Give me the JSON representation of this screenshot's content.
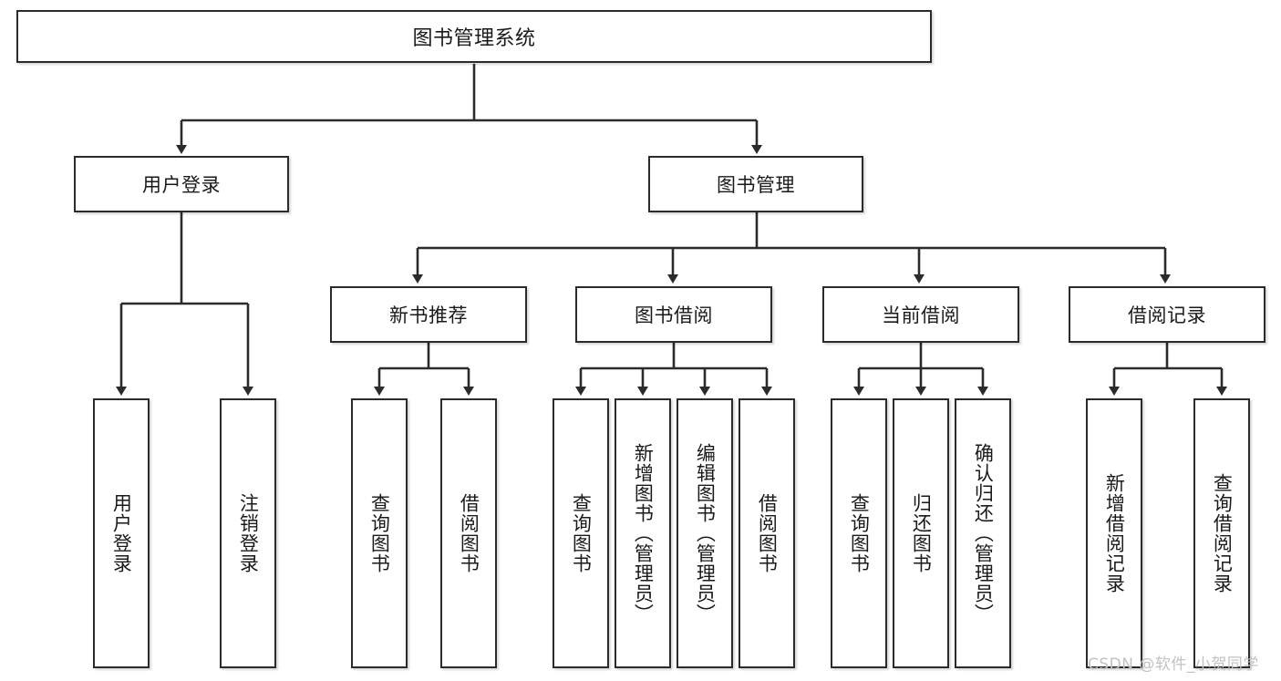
{
  "diagram": {
    "type": "tree-hierarchy",
    "title": "图书管理系统",
    "root": {
      "label": "图书管理系统"
    },
    "level2": [
      {
        "label": "用户登录"
      },
      {
        "label": "图书管理"
      }
    ],
    "level3": [
      {
        "label": "新书推荐"
      },
      {
        "label": "图书借阅"
      },
      {
        "label": "当前借阅"
      },
      {
        "label": "借阅记录"
      }
    ],
    "leaves": {
      "user_login": [
        {
          "label": "用户登录"
        },
        {
          "label": "注销登录"
        }
      ],
      "new_book_recommend": [
        {
          "label": "查询图书"
        },
        {
          "label": "借阅图书"
        }
      ],
      "book_borrow": [
        {
          "label": "查询图书"
        },
        {
          "label": "新增图书（管理员）"
        },
        {
          "label": "编辑图书（管理员）"
        },
        {
          "label": "借阅图书"
        }
      ],
      "current_borrow": [
        {
          "label": "查询图书"
        },
        {
          "label": "归还图书"
        },
        {
          "label": "确认归还（管理员）"
        }
      ],
      "borrow_record": [
        {
          "label": "新增借阅记录"
        },
        {
          "label": "查询借阅记录"
        }
      ]
    },
    "watermark": "CSDN @软件_小贺同学",
    "colors": {
      "border": "#2b2b2b",
      "text": "#1a1a1a",
      "background": "#ffffff",
      "watermark": "#c2c2c2"
    }
  }
}
